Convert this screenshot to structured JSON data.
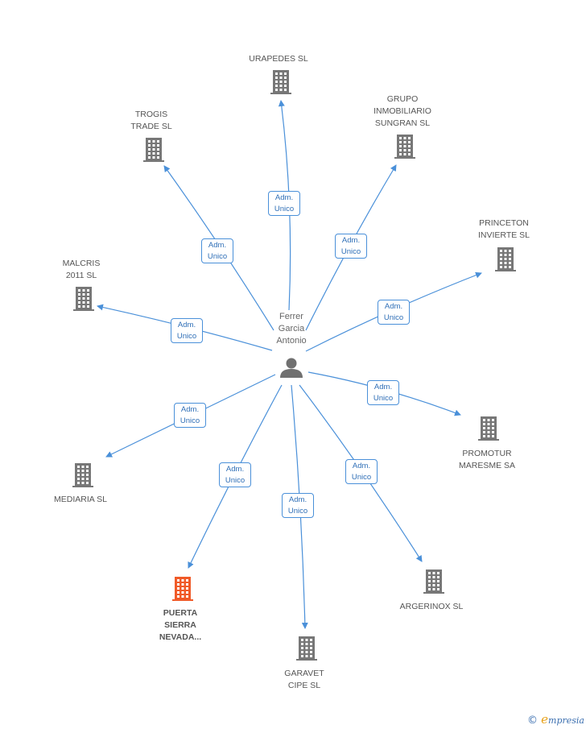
{
  "colors": {
    "edge": "#4a90d9",
    "building": "#777777",
    "building_highlight": "#f05a28",
    "person": "#707070"
  },
  "center": {
    "name_lines": [
      "Ferrer",
      "Garcia",
      "Antonio"
    ],
    "icon": "person-icon"
  },
  "role_label_lines": [
    "Adm.",
    "Unico"
  ],
  "nodes": [
    {
      "id": "urapedes",
      "lines": [
        "URAPEDES SL"
      ],
      "icon": "building-icon"
    },
    {
      "id": "grupo",
      "lines": [
        "GRUPO",
        "INMOBILIARIO",
        "SUNGRAN SL"
      ],
      "icon": "building-icon"
    },
    {
      "id": "trogis",
      "lines": [
        "TROGIS",
        "TRADE SL"
      ],
      "icon": "building-icon"
    },
    {
      "id": "princeton",
      "lines": [
        "PRINCETON",
        "INVIERTE SL"
      ],
      "icon": "building-icon"
    },
    {
      "id": "malcris",
      "lines": [
        "MALCRIS",
        "2011 SL"
      ],
      "icon": "building-icon"
    },
    {
      "id": "promotur",
      "lines": [
        "PROMOTUR",
        "MARESME SA"
      ],
      "icon": "building-icon"
    },
    {
      "id": "mediaria",
      "lines": [
        "MEDIARIA SL"
      ],
      "icon": "building-icon"
    },
    {
      "id": "argerinox",
      "lines": [
        "ARGERINOX SL"
      ],
      "icon": "building-icon"
    },
    {
      "id": "puerta",
      "lines": [
        "PUERTA",
        "SIERRA",
        "NEVADA..."
      ],
      "icon": "building-icon",
      "highlight": true
    },
    {
      "id": "garavet",
      "lines": [
        "GARAVET",
        "CIPE SL"
      ],
      "icon": "building-icon"
    }
  ],
  "footer": {
    "copyright": "©",
    "brand_first": "e",
    "brand_rest": "mpresia"
  }
}
